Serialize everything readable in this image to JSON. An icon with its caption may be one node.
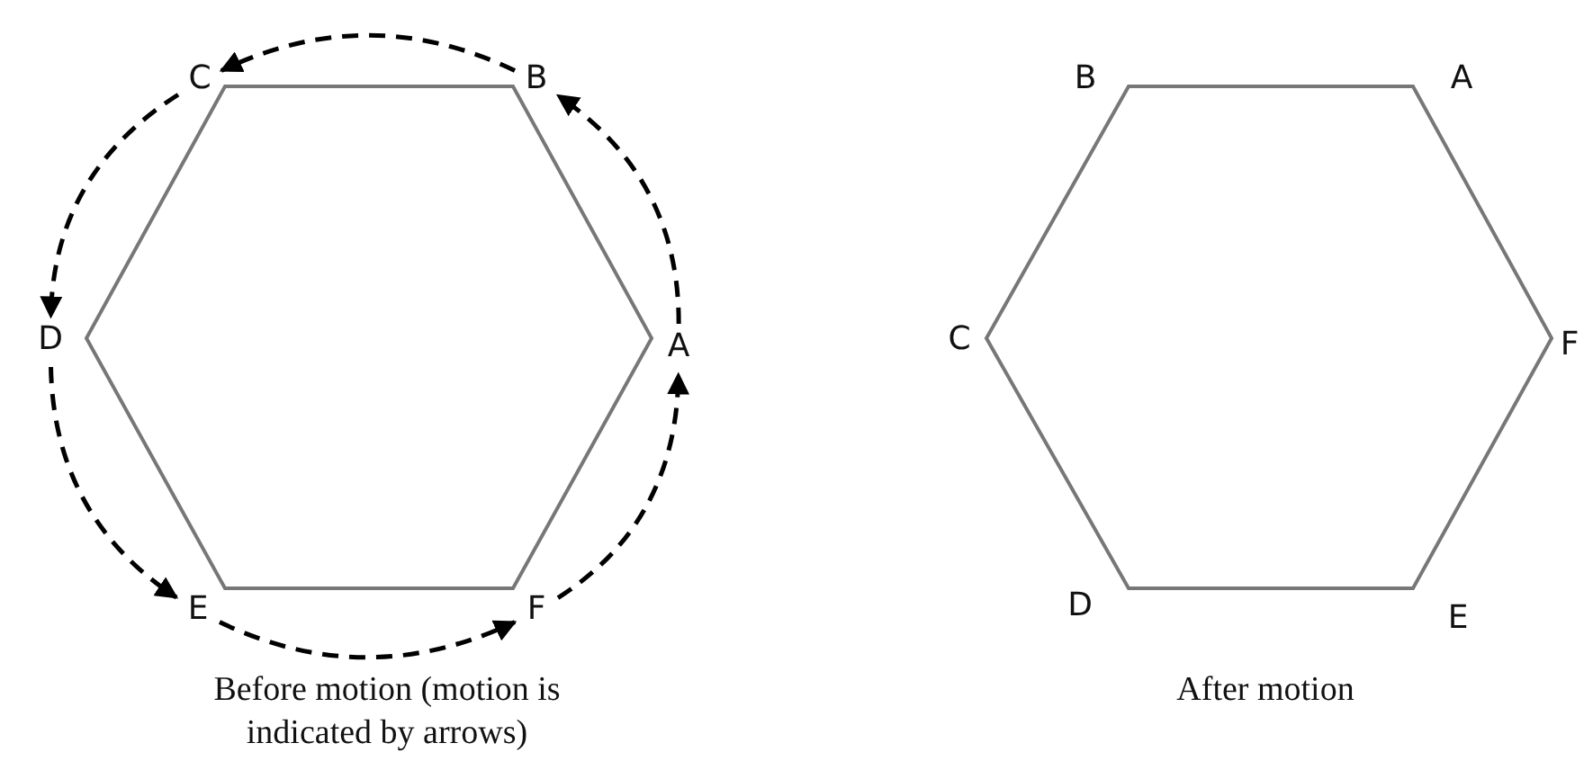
{
  "diagram": {
    "nodes": [
      {
        "text": [],
        "shape": "hexagon"
      },
      {
        "text": [
          "C"
        ]
      },
      {
        "text": [
          "B"
        ]
      },
      {
        "text": [
          "D"
        ]
      },
      {
        "text": [
          "A"
        ]
      },
      {
        "text": [
          "E"
        ]
      },
      {
        "text": [
          "F"
        ]
      },
      {
        "text": [],
        "shape": "hexagon"
      },
      {
        "text": [
          "B"
        ]
      },
      {
        "text": [
          "A"
        ]
      },
      {
        "text": [
          "C"
        ]
      },
      {
        "text": [
          "F"
        ]
      },
      {
        "text": [
          "D"
        ]
      },
      {
        "text": [
          "E"
        ]
      }
    ],
    "edges": [
      {
        "from": 4,
        "to": 2,
        "arrow": "to",
        "style": "dashed"
      },
      {
        "from": 2,
        "to": 1,
        "arrow": "to",
        "style": "dashed"
      },
      {
        "from": 1,
        "to": 3,
        "arrow": "to",
        "style": "dashed"
      },
      {
        "from": 3,
        "to": 5,
        "arrow": "to",
        "style": "dashed"
      },
      {
        "from": 5,
        "to": 6,
        "arrow": "to",
        "style": "dashed"
      },
      {
        "from": 6,
        "to": 4,
        "arrow": "to",
        "style": "dashed"
      }
    ],
    "labels": [
      "Before motion (motion is indicated by arrows)",
      "After motion"
    ]
  }
}
